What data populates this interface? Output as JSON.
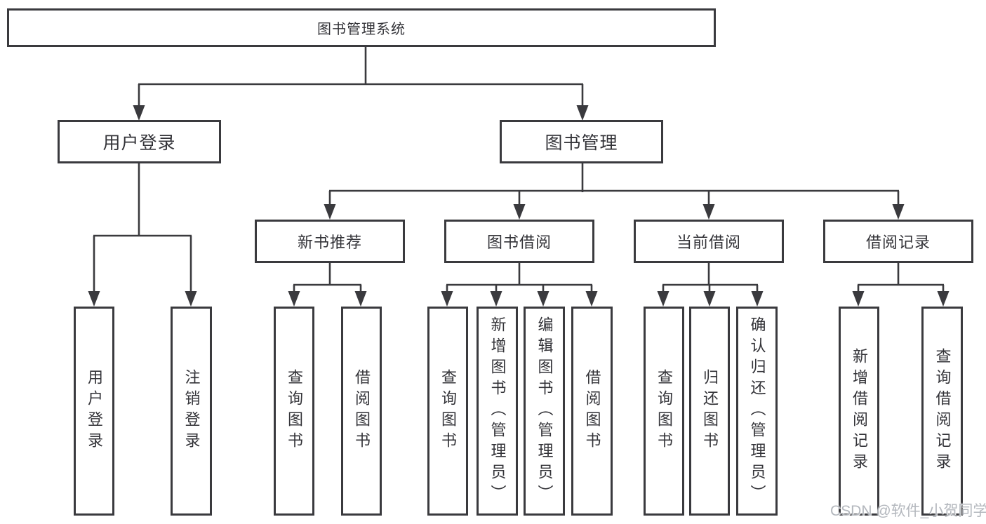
{
  "diagram": {
    "tree": {
      "root": {
        "label": "图书管理系统",
        "children": [
          {
            "label": "用户登录",
            "children": [
              {
                "label": "用户登录"
              },
              {
                "label": "注销登录"
              }
            ]
          },
          {
            "label": "图书管理",
            "children": [
              {
                "label": "新书推荐",
                "children": [
                  {
                    "label": "查询图书"
                  },
                  {
                    "label": "借阅图书"
                  }
                ]
              },
              {
                "label": "图书借阅",
                "children": [
                  {
                    "label": "查询图书"
                  },
                  {
                    "label": "新增图书（管理员）"
                  },
                  {
                    "label": "编辑图书（管理员）"
                  },
                  {
                    "label": "借阅图书"
                  }
                ]
              },
              {
                "label": "当前借阅",
                "children": [
                  {
                    "label": "查询图书"
                  },
                  {
                    "label": "归还图书"
                  },
                  {
                    "label": "确认归还（管理员）"
                  }
                ]
              },
              {
                "label": "借阅记录",
                "children": [
                  {
                    "label": "新增借阅记录"
                  },
                  {
                    "label": "查询借阅记录"
                  }
                ]
              }
            ]
          }
        ]
      }
    },
    "colors": {
      "line": "#3a3a3e",
      "text": "#333338",
      "watermark": "#b3b7bd",
      "background": "#ffffff"
    },
    "watermark": "CSDN @软件_小贺同学"
  }
}
